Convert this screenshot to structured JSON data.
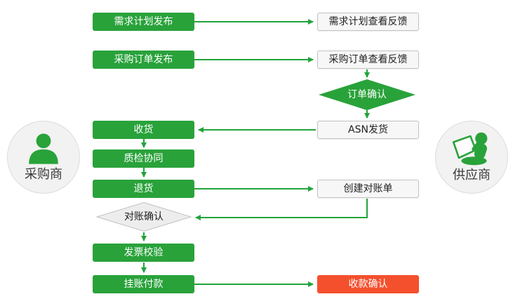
{
  "palette": {
    "green": "#29a23a",
    "arrow_green": "#22a43c",
    "red": "#f4502e",
    "gray_bg": "#f7f7f7",
    "gray_border": "#c2c2c2",
    "diamond_gray_bg": "#ededed",
    "diamond_gray_border": "#c2c2c2",
    "circle_bg": "#f2f2f2",
    "circle_border": "#dcdcdc",
    "text_dark": "#222222"
  },
  "actors": {
    "buyer": {
      "label": "采购商",
      "icon": "person-icon"
    },
    "supplier": {
      "label": "供应商",
      "icon": "person-laptop-icon"
    }
  },
  "nodes": {
    "demand_plan_publish": {
      "label": "需求计划发布",
      "type": "process",
      "color": "green"
    },
    "demand_plan_feedback": {
      "label": "需求计划查看反馈",
      "type": "process",
      "color": "gray"
    },
    "po_publish": {
      "label": "采购订单发布",
      "type": "process",
      "color": "green"
    },
    "po_feedback": {
      "label": "采购订单查看反馈",
      "type": "process",
      "color": "gray"
    },
    "order_confirm": {
      "label": "订单确认",
      "type": "decision",
      "color": "green"
    },
    "asn_ship": {
      "label": "ASN发货",
      "type": "process",
      "color": "gray"
    },
    "receive": {
      "label": "收货",
      "type": "process",
      "color": "green"
    },
    "quality_collab": {
      "label": "质检协同",
      "type": "process",
      "color": "green"
    },
    "return_goods": {
      "label": "退货",
      "type": "process",
      "color": "green"
    },
    "create_statement": {
      "label": "创建对账单",
      "type": "process",
      "color": "gray"
    },
    "statement_confirm": {
      "label": "对账确认",
      "type": "decision",
      "color": "gray"
    },
    "invoice_verify": {
      "label": "发票校验",
      "type": "process",
      "color": "green"
    },
    "pending_payment": {
      "label": "挂账付款",
      "type": "process",
      "color": "green"
    },
    "receipt_confirm": {
      "label": "收款确认",
      "type": "process",
      "color": "red"
    }
  },
  "edges": [
    {
      "from": "demand_plan_publish",
      "to": "demand_plan_feedback"
    },
    {
      "from": "po_publish",
      "to": "po_feedback"
    },
    {
      "from": "po_feedback",
      "to": "order_confirm"
    },
    {
      "from": "order_confirm",
      "to": "asn_ship"
    },
    {
      "from": "asn_ship",
      "to": "receive"
    },
    {
      "from": "receive",
      "to": "quality_collab"
    },
    {
      "from": "quality_collab",
      "to": "return_goods"
    },
    {
      "from": "return_goods",
      "to": "create_statement"
    },
    {
      "from": "create_statement",
      "to": "statement_confirm"
    },
    {
      "from": "statement_confirm",
      "to": "invoice_verify"
    },
    {
      "from": "invoice_verify",
      "to": "pending_payment"
    },
    {
      "from": "pending_payment",
      "to": "receipt_confirm"
    }
  ]
}
